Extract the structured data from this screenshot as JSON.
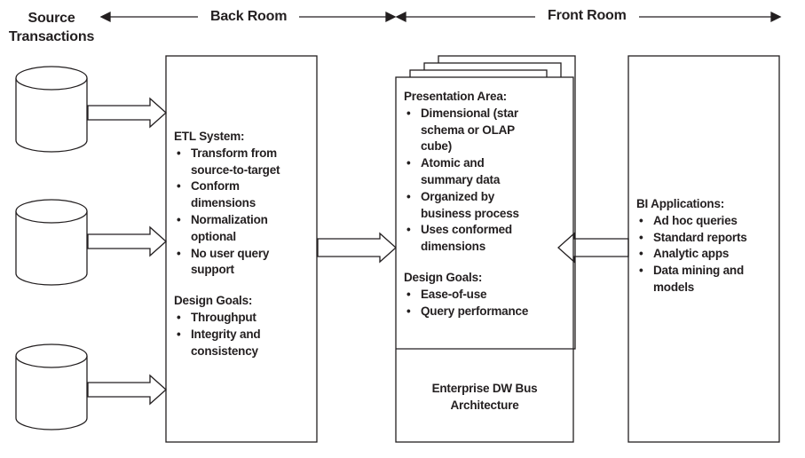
{
  "headers": {
    "source": "Source\nTransactions",
    "back_room": "Back Room",
    "front_room": "Front Room"
  },
  "etl": {
    "title": "ETL System:",
    "items": [
      "Transform from source-to-target",
      "Conform dimensions",
      "Normalization optional",
      "No user query support"
    ],
    "goals_title": "Design Goals:",
    "goals": [
      "Throughput",
      "Integrity and consistency"
    ]
  },
  "presentation": {
    "title": "Presentation Area:",
    "items": [
      "Dimensional (star schema or OLAP cube)",
      "Atomic and summary data",
      "Organized by business process",
      "Uses conformed dimensions"
    ],
    "goals_title": "Design Goals:",
    "goals": [
      "Ease-of-use",
      "Query performance"
    ],
    "bus": "Enterprise DW Bus\nArchitecture"
  },
  "bi": {
    "title": "BI Applications:",
    "items": [
      "Ad hoc queries",
      "Standard reports",
      "Analytic apps",
      "Data mining and models"
    ]
  },
  "colors": {
    "ink": "#231f20",
    "background": "#ffffff"
  }
}
